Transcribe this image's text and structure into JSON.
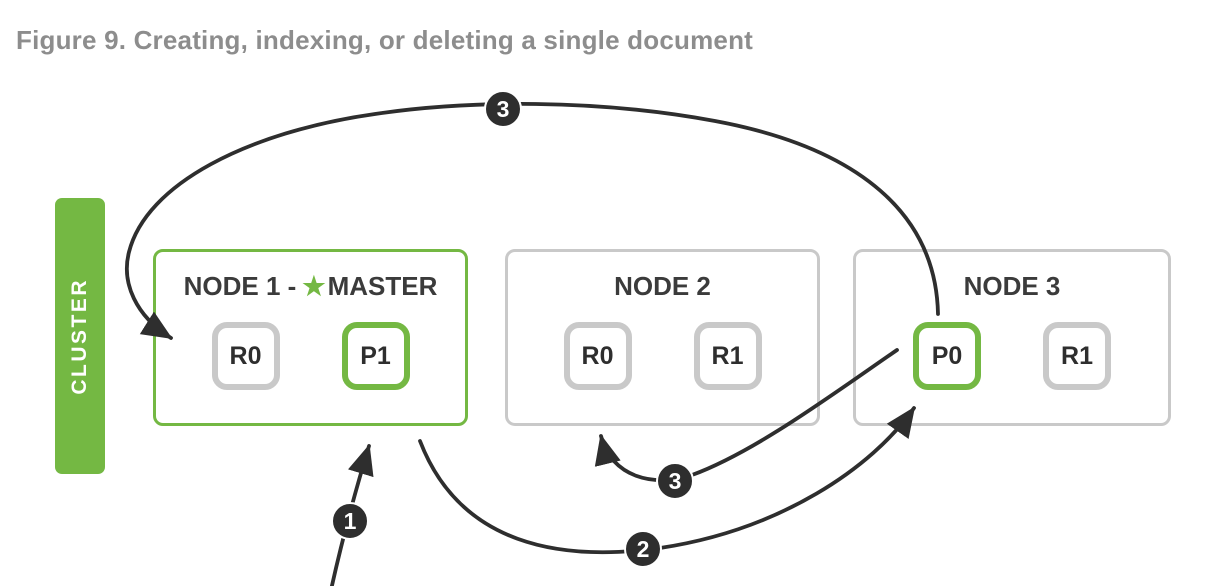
{
  "figure": {
    "title": "Figure 9. Creating, indexing, or deleting a single document"
  },
  "cluster": {
    "label": "CLUSTER"
  },
  "nodes": [
    {
      "title_prefix": "NODE 1 -",
      "star": "★",
      "title_suffix": "MASTER",
      "is_master": true,
      "shards": [
        {
          "label": "R0",
          "type": "replica"
        },
        {
          "label": "P1",
          "type": "primary"
        }
      ]
    },
    {
      "title": "NODE 2",
      "is_master": false,
      "shards": [
        {
          "label": "R0",
          "type": "replica"
        },
        {
          "label": "R1",
          "type": "replica"
        }
      ]
    },
    {
      "title": "NODE 3",
      "is_master": false,
      "shards": [
        {
          "label": "P0",
          "type": "primary"
        },
        {
          "label": "R1",
          "type": "replica"
        }
      ]
    }
  ],
  "arrows": {
    "step1_badge": "1",
    "step2_badge": "2",
    "step3_top_badge": "3",
    "step3_bottom_badge": "3"
  },
  "colors": {
    "green": "#74b843",
    "border_gray": "#c9c9c9",
    "arrow_dark": "#2e2e2e",
    "title_gray": "#8d8d8d",
    "node_text": "#3b3b3b",
    "badge_text": "#ffffff"
  }
}
